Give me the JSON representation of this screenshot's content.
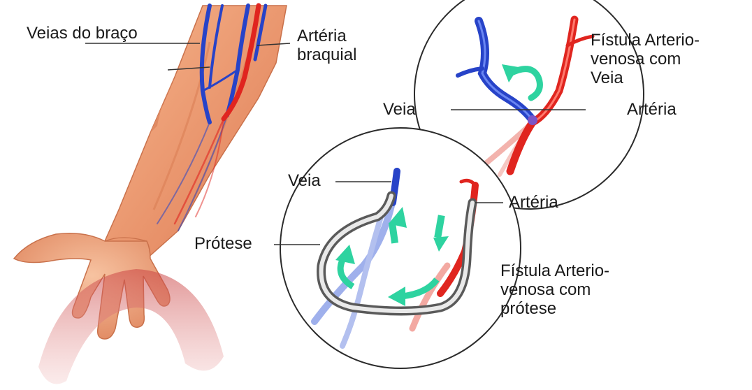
{
  "labels": {
    "arm_veins": "Veias do braço",
    "brachial_artery": [
      "Artéria",
      "braquial"
    ],
    "fistula_vein": [
      "Fístula Arterio-",
      "venosa com",
      "Veia"
    ],
    "vein_top": "Veia",
    "artery_top": "Artéria",
    "vein_bottom": "Veia",
    "artery_bottom": "Artéria",
    "prosthesis": "Prótese",
    "fistula_prosthesis": [
      "Fístula Arterio-",
      "venosa com",
      "prótese"
    ]
  },
  "colors": {
    "vein": "#2743c8",
    "artery": "#e0251f",
    "flow_arrow": "#2ed3a0",
    "skin": "#f0a37a",
    "prosthesis": "#8a8a8a",
    "leader_line": "#333333"
  }
}
